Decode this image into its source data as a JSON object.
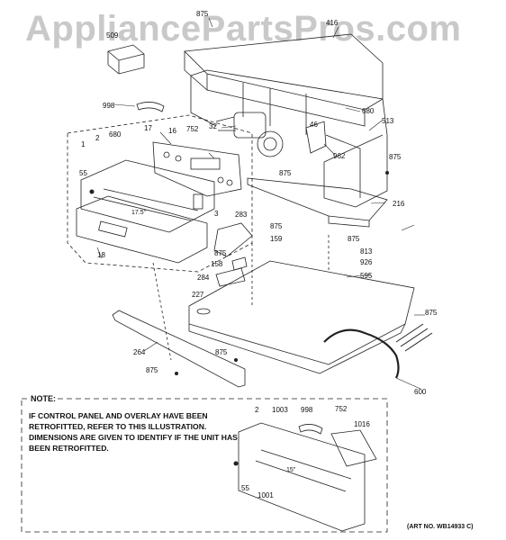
{
  "watermark": "AppliancePartsPros.com",
  "note": {
    "title": "NOTE:",
    "text": "IF CONTROL PANEL AND OVERLAY HAVE BEEN RETROFITTED, REFER TO THIS ILLUSTRATION. DIMENSIONS ARE GIVEN TO IDENTIFY IF THE UNIT HAS BEEN RETROFITTED."
  },
  "art_number": "(ART NO. WB14933 C)",
  "dimensions": {
    "main_panel": "17.5\"",
    "retrofit_panel": "15\""
  },
  "part_labels": {
    "p875a": "875",
    "p416": "416",
    "p509": "509",
    "p998a": "998",
    "p680a": "680",
    "p513": "513",
    "p46": "46",
    "p32": "32",
    "p752a": "752",
    "p16": "16",
    "p17": "17",
    "p2a": "2",
    "p680b": "680",
    "p1": "1",
    "p55a": "55",
    "p962": "962",
    "p875b": "875",
    "p875c": "875",
    "p216": "216",
    "p3": "3",
    "p283": "283",
    "p875d": "875",
    "p159": "159",
    "p18": "18",
    "p875e": "875",
    "p158": "158",
    "p875f": "875",
    "p813": "813",
    "p926": "926",
    "p595": "595",
    "p284": "284",
    "p227": "227",
    "p875g": "875",
    "p264": "264",
    "p875h": "875",
    "p875i": "875",
    "p600": "600",
    "p2b": "2",
    "p1003": "1003",
    "p998b": "998",
    "p752b": "752",
    "p1016": "1016",
    "p55b": "55",
    "p1001": "1001"
  }
}
